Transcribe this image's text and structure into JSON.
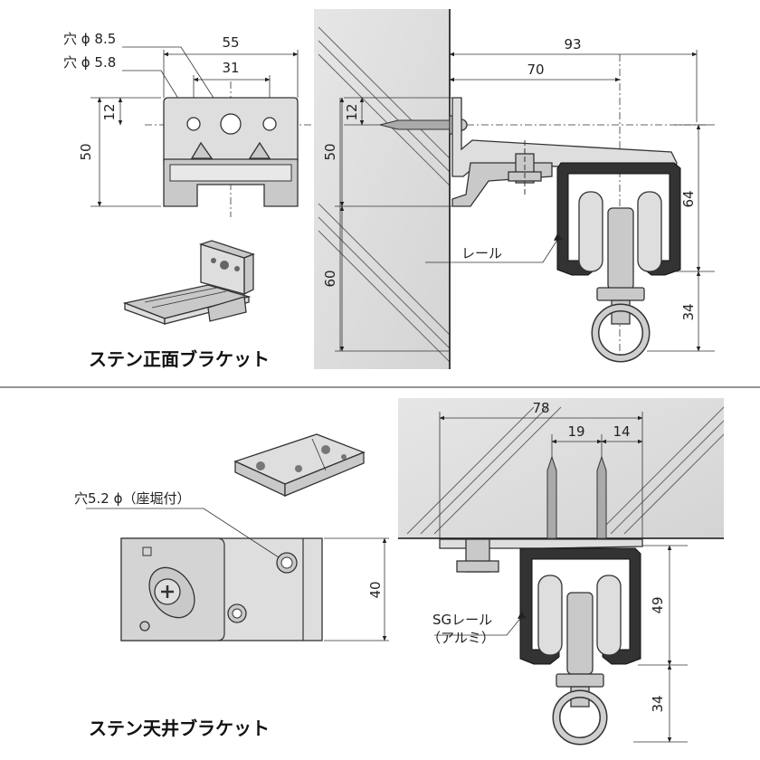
{
  "top": {
    "hole_large_label": "穴 ϕ 8.5",
    "hole_small_label": "穴 ϕ 5.8",
    "front_dims": {
      "width_outer": "55",
      "width_inner": "31",
      "height_offset": "12",
      "height_total": "50"
    },
    "side_dims": {
      "depth_total": "93",
      "depth_rail": "70",
      "offset": "12",
      "height_upper": "50",
      "height_lower": "60",
      "rail_height": "64",
      "hanger_height": "34"
    },
    "rail_label": "レール",
    "caption": "ステン正面ブラケット"
  },
  "bottom": {
    "hole_label": "穴5.2 ϕ（座堀付）",
    "plate_dims": {
      "height": "40"
    },
    "side_dims": {
      "width_total": "78",
      "offset_a": "19",
      "offset_b": "14",
      "rail_height": "49",
      "hanger_height": "34"
    },
    "rail_label_line1": "SGレール",
    "rail_label_line2": "（アルミ）",
    "caption": "ステン天井ブラケット"
  }
}
